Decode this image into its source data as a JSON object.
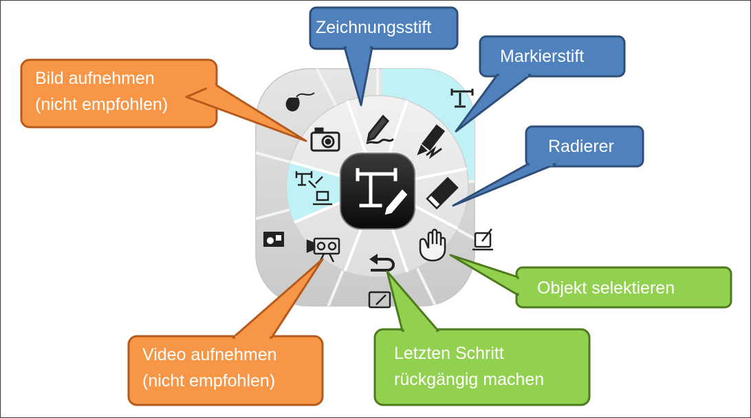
{
  "callouts": {
    "drawing_pen": "Zeichnungsstift",
    "highlighter": "Markierstift",
    "eraser": "Radierer",
    "capture_image_line1": "Bild aufnehmen",
    "capture_image_line2": "(nicht empfohlen)",
    "select_object": "Objekt selektieren",
    "undo_line1": "Letzten Schritt",
    "undo_line2": "rückgängig machen",
    "record_video_line1": "Video aufnehmen",
    "record_video_line2": "(nicht empfohlen)"
  },
  "colors": {
    "blue_callout": "#4f81bd",
    "blue_border": "#2f4f7a",
    "orange_callout": "#f79646",
    "orange_border": "#b55a1c",
    "green_callout": "#92d050",
    "green_border": "#4e7a1e",
    "highlight_segment": "#bff1f6",
    "center_button": "#1a1a1a"
  },
  "icons": {
    "center": "document-camera-pen-icon",
    "inner_ring": [
      "pen-icon",
      "highlighter-icon",
      "eraser-icon",
      "hand-icon",
      "undo-icon",
      "video-camera-icon",
      "camera-icon-selected",
      "camera-to-pc-icon"
    ],
    "outer_ring": [
      "mouse-icon",
      "document-camera-icon",
      "whiteboard-icon",
      "tablet-pen-icon",
      "shapes-icon"
    ]
  }
}
